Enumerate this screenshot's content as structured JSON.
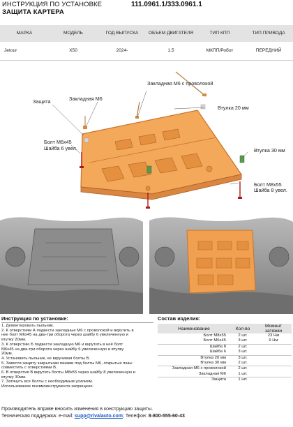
{
  "header": {
    "title_line1": "ИНСТРУКЦИЯ ПО УСТАНОВКЕ",
    "title_line2": "ЗАЩИТА КАРТЕРА",
    "part_code": "111.0961.1/333.0961.1"
  },
  "spec_table": {
    "columns": [
      "МАРКА",
      "МОДЕЛЬ",
      "ГОД ВЫПУСКА",
      "ОБЪЕМ ДВИГАТЕЛЯ",
      "ТИП КПП",
      "ТИП ПРИВОДА"
    ],
    "row": [
      "Jetour",
      "X50",
      "2024-",
      "1.5",
      "МКПП/Робот",
      "ПЕРЕДНИЙ"
    ]
  },
  "diagram_labels": {
    "zakladnaya_provolokoy": "Закладная М6 с проволокой",
    "zakladnaya": "Закладная М6",
    "zashchita": "Защита",
    "vtulka20": "Втулка 20 мм",
    "vtulka30": "Втулка 30 мм",
    "bolt45": "Болт М6х45",
    "shayba6": "Шайба 6 увел.",
    "bolt55": "Болт М8х55",
    "shayba8": "Шайба 8 увел."
  },
  "colors": {
    "plate": "#f0a050",
    "plate_edge": "#c8742a",
    "photo_gray": "#8a8a8a"
  },
  "instructions": {
    "title": "Инструкция по установке:",
    "steps": [
      "1. Демонтировать пыльник.",
      "2. К отверстиям А подвести закладные М6 с проволокой и вкрутить в",
      "нее болт М6х45 на два-три оборота через шайбу 6 увеличенную и",
      "втулку 20мм.",
      "3. К отверстию Б подвести закладную М6 и вкрутить в неё болт",
      "М6х45 на два-три оборота через шайбу 6 увеличенную и втулку",
      "20мм.",
      "4. Установить пыльник, не вкручивая болты В.",
      "5. Завести защиту закрытыми пазами под болты М6, открытые пазы",
      "совместить с отверстиями В.",
      "6. В отверстия В вкрутить болты М8х55 через шайбу 8 увеличенную и",
      "втулку 30мм.",
      "7. Затянуть все болты с необходимым усилием.",
      "Использование пневмоинструмента запрещено."
    ]
  },
  "parts": {
    "title": "Состав изделия:",
    "headers": [
      "Наименование",
      "Кол-во",
      "Момент затяжки"
    ],
    "rows": [
      [
        "Болт М8х55",
        "2 шт.",
        "23 Нм"
      ],
      [
        "Болт М6х45",
        "3 шт.",
        "9 Нм"
      ],
      [
        "Шайба 8",
        "2 шт.",
        ""
      ],
      [
        "Шайба 6",
        "3 шт.",
        ""
      ],
      [
        "Втулка 20 мм",
        "3 шт.",
        ""
      ],
      [
        "Втулка 30 мм",
        "2 шт.",
        ""
      ],
      [
        "Закладная М6 с проволокой",
        "2 шт.",
        ""
      ],
      [
        "Закладная М6",
        "1 шт.",
        ""
      ],
      [
        "Защита",
        "1 шт.",
        ""
      ]
    ]
  },
  "footer": {
    "line1": "Производитель вправе вносить изменения в конструкцию защиты.",
    "support_prefix": "Техническая поддержка:  e-mail:",
    "email": "supp@rivalauto.com",
    "phone_prefix": "; Телефон:",
    "phone": "8-800-555-60-43"
  }
}
